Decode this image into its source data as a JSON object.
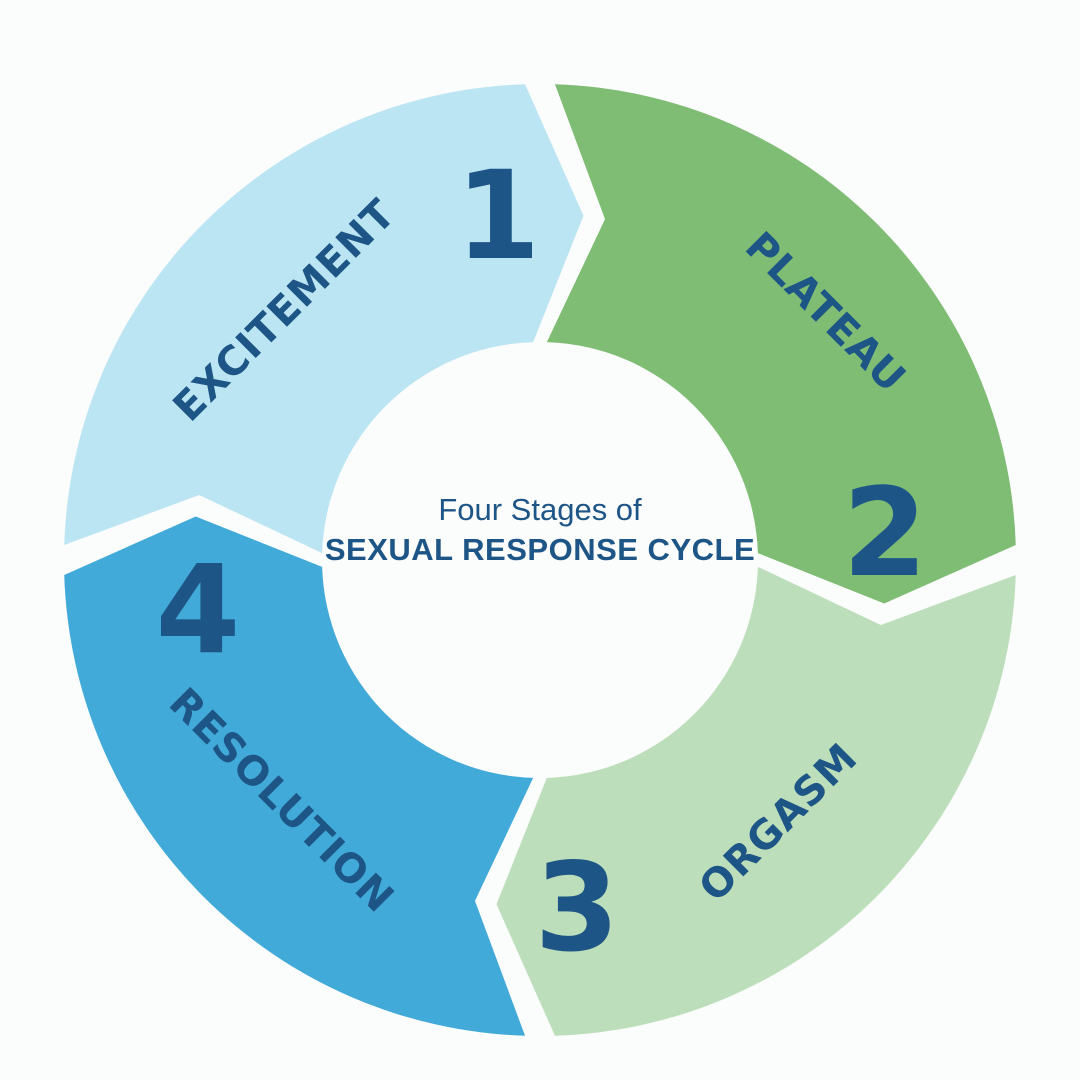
{
  "title": {
    "subtitle": "Four Stages of",
    "main": "SEXUAL RESPONSE CYCLE"
  },
  "colors": {
    "text": "#1d5586",
    "background": "#fbfcfc"
  },
  "stages": [
    {
      "number": "1",
      "label": "EXCITEMENT",
      "color": "#7fbc74"
    },
    {
      "number": "2",
      "label": "PLATEAU",
      "color": "#bddeba"
    },
    {
      "number": "3",
      "label": "ORGASM",
      "color": "#41aad9"
    },
    {
      "number": "4",
      "label": "RESOLUTION",
      "color": "#bbe5f2"
    }
  ]
}
